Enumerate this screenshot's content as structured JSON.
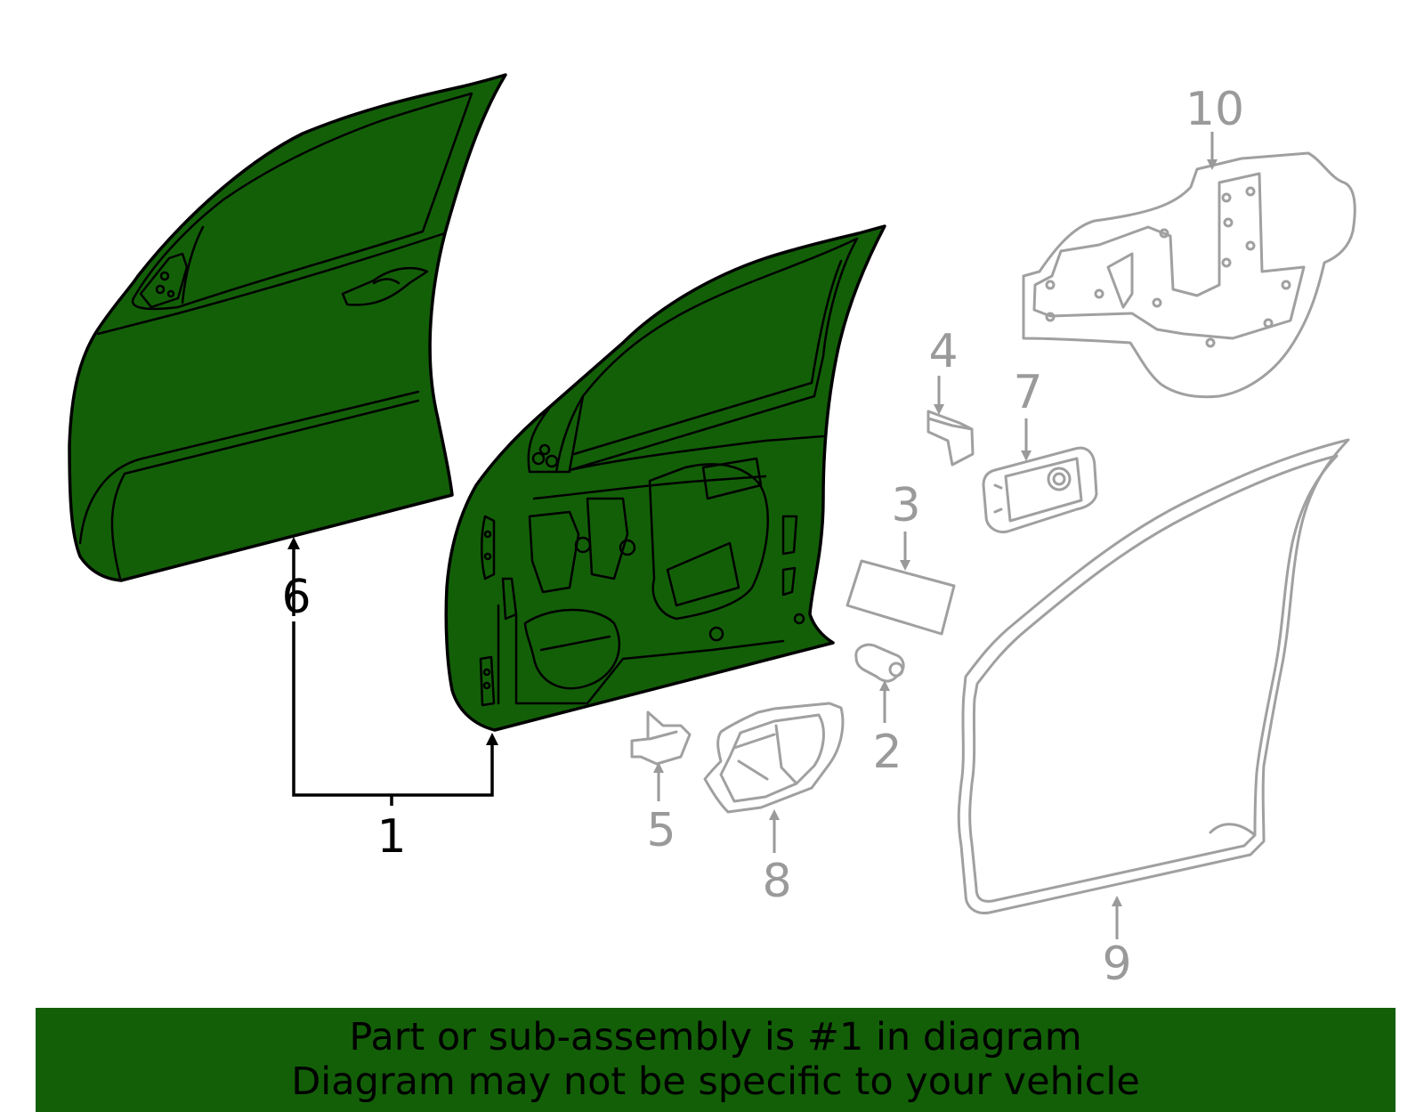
{
  "callouts": {
    "c1": "1",
    "c2": "2",
    "c3": "3",
    "c4": "4",
    "c5": "5",
    "c6": "6",
    "c7": "7",
    "c8": "8",
    "c9": "9",
    "c10": "10"
  },
  "colors": {
    "highlight": "#135f08",
    "outline": "#000000",
    "inactive": "#9a9a9a"
  },
  "banner": {
    "line1": "Part or sub-assembly is #1 in diagram",
    "line2": "Diagram may not be specific to your vehicle"
  }
}
